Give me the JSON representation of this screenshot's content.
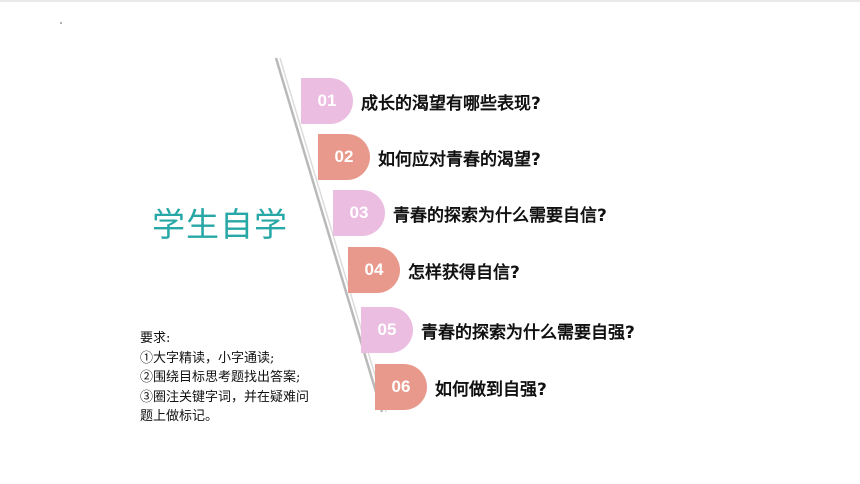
{
  "title": "学生自学",
  "items": [
    {
      "num": "01",
      "text": "成长的渴望有哪些表现?",
      "color": "#ebbde1"
    },
    {
      "num": "02",
      "text": "如何应对青春的渴望?",
      "color": "#e9998b"
    },
    {
      "num": "03",
      "text": "青春的探索为什么需要自信?",
      "color": "#ebbde1"
    },
    {
      "num": "04",
      "text": "怎样获得自信?",
      "color": "#e9998b"
    },
    {
      "num": "05",
      "text": "青春的探索为什么需要自强?",
      "color": "#ebbde1"
    },
    {
      "num": "06",
      "text": "如何做到自强?",
      "color": "#e9998b"
    }
  ],
  "notes": {
    "heading": "要求:",
    "lines": [
      "①大字精读，小字通读;",
      "②围绕目标思考题找出答案;",
      "③圈注关键字词，并在疑难问",
      "题上做标记。"
    ]
  }
}
